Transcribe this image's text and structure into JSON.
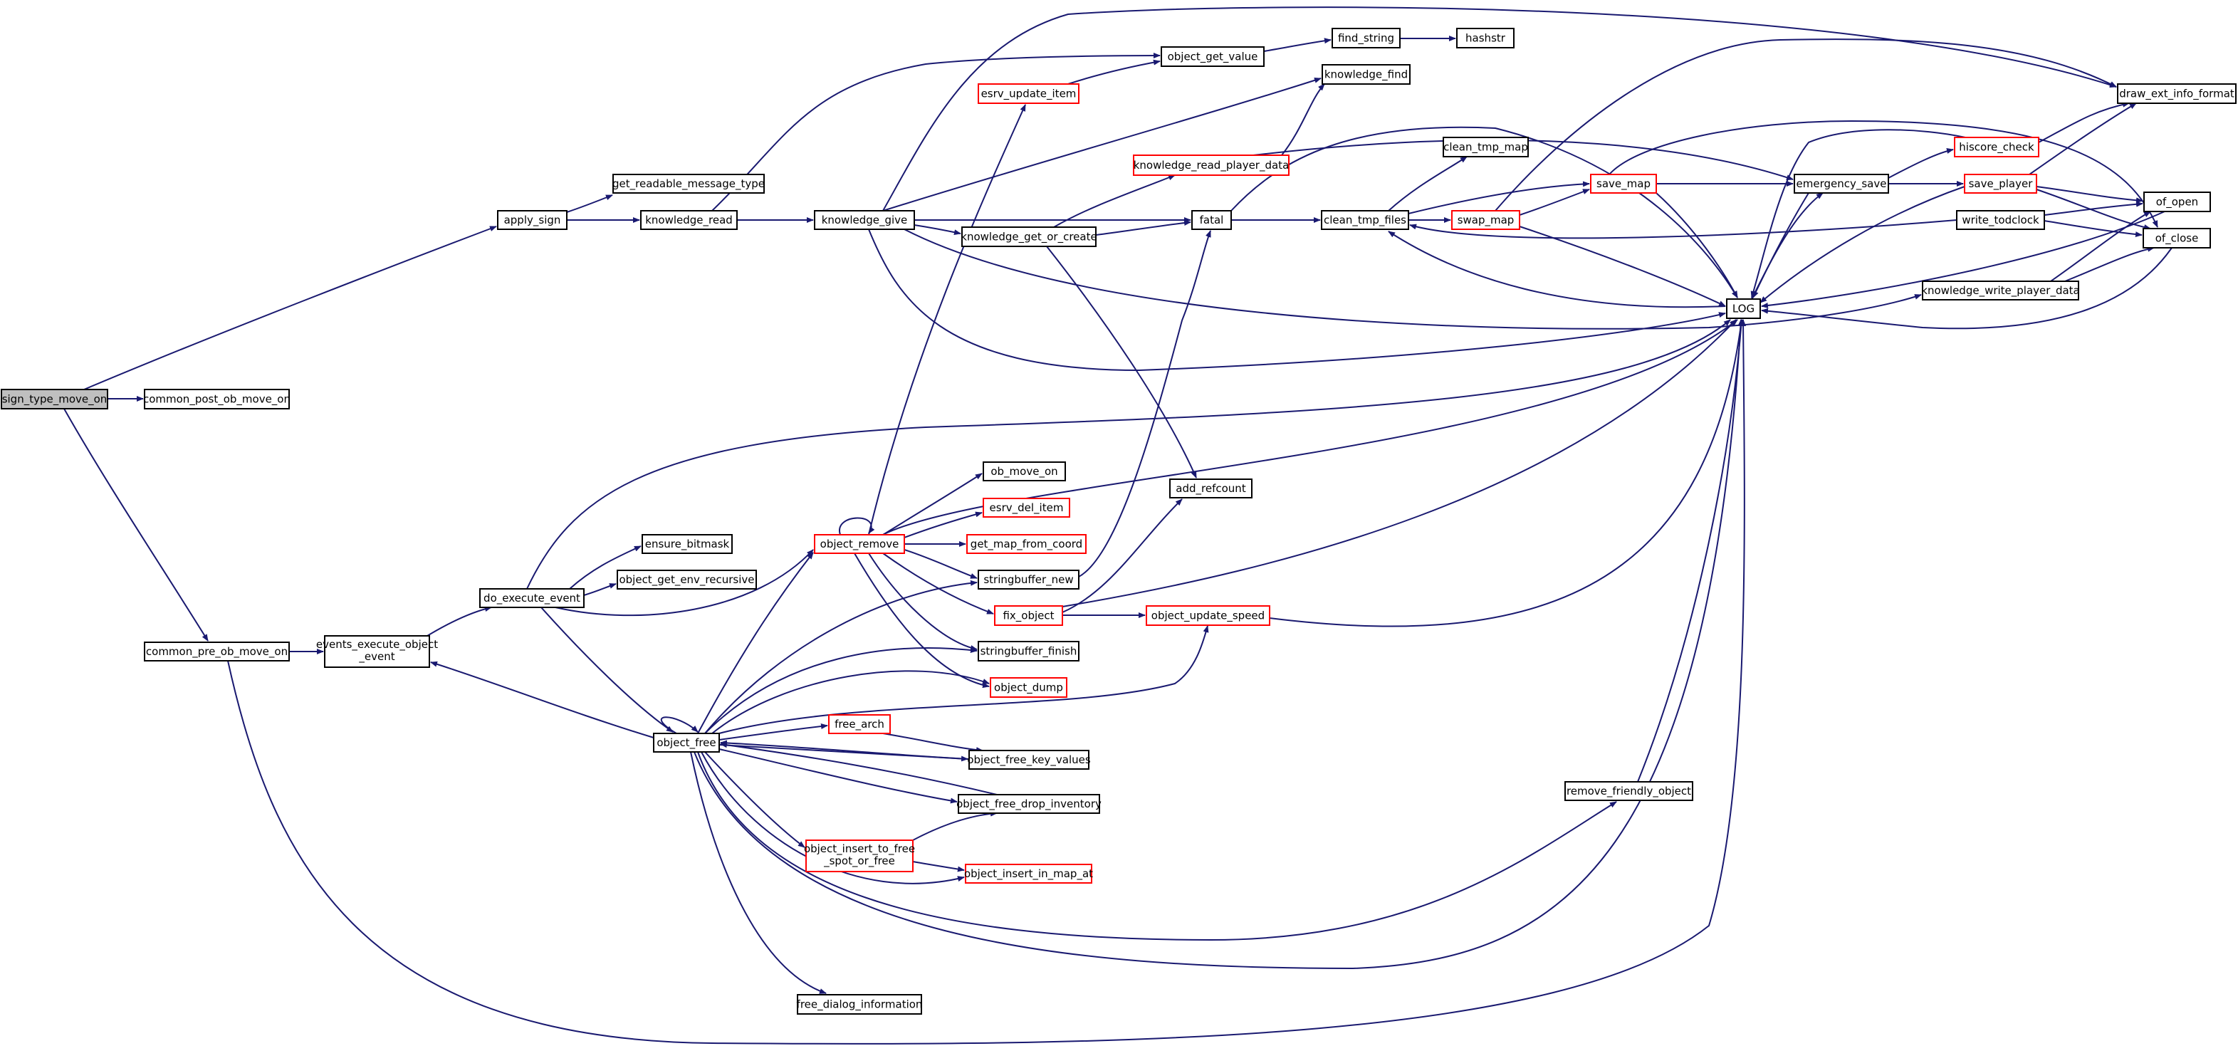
{
  "graph": {
    "edge_color": "#191970",
    "nodes": {
      "sign_type_move_on": "sign_type_move_on",
      "common_post_ob_move_on": "common_post_ob_move_on",
      "apply_sign": "apply_sign",
      "common_pre_ob_move_on": "common_pre_ob_move_on",
      "get_readable_message_type": "get_readable_message_type",
      "knowledge_read": "knowledge_read",
      "knowledge_give": "knowledge_give",
      "object_get_value": "object_get_value",
      "esrv_update_item": "esrv_update_item",
      "find_string": "find_string",
      "hashstr": "hashstr",
      "knowledge_find": "knowledge_find",
      "knowledge_read_player_data": "knowledge_read_player_data",
      "knowledge_get_or_create": "knowledge_get_or_create",
      "fatal": "fatal",
      "clean_tmp_map": "clean_tmp_map",
      "clean_tmp_files": "clean_tmp_files",
      "swap_map": "swap_map",
      "save_map": "save_map",
      "LOG": "LOG",
      "emergency_save": "emergency_save",
      "hiscore_check": "hiscore_check",
      "save_player": "save_player",
      "draw_ext_info_format": "draw_ext_info_format",
      "of_open": "of_open",
      "of_close": "of_close",
      "write_todclock": "write_todclock",
      "knowledge_write_player_data": "knowledge_write_player_data",
      "add_refcount": "add_refcount",
      "ob_move_on": "ob_move_on",
      "esrv_del_item": "esrv_del_item",
      "object_remove": "object_remove",
      "get_map_from_coord": "get_map_from_coord",
      "ensure_bitmask": "ensure_bitmask",
      "object_get_env_recursive": "object_get_env_recursive",
      "do_execute_event": "do_execute_event",
      "stringbuffer_new": "stringbuffer_new",
      "fix_object": "fix_object",
      "object_update_speed": "object_update_speed",
      "events_execute_object_event": [
        "events_execute_object",
        "_event"
      ],
      "stringbuffer_finish": "stringbuffer_finish",
      "object_dump": "object_dump",
      "object_free": "object_free",
      "free_arch": "free_arch",
      "object_free_key_values": "object_free_key_values",
      "object_free_drop_inventory": "object_free_drop_inventory",
      "object_insert_to_free_spot_or_free": [
        "object_insert_to_free",
        "_spot_or_free"
      ],
      "object_insert_in_map_at": "object_insert_in_map_at",
      "remove_friendly_object": "remove_friendly_object",
      "free_dialog_information": "free_dialog_information"
    }
  }
}
